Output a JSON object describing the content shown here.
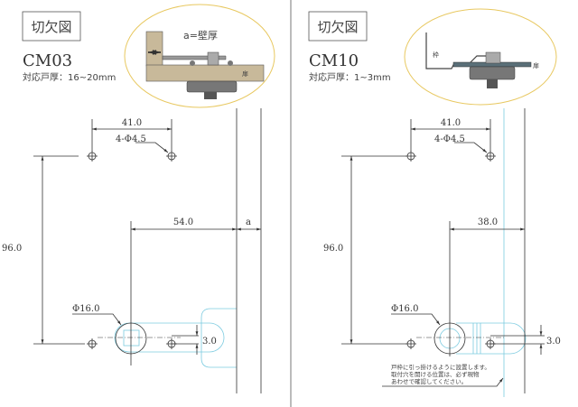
{
  "left": {
    "title": "切欠図",
    "model": "CM03",
    "door_thickness": "対応戸厚：16~20mm",
    "inset_label_wall": "a=壁厚",
    "inset_label_door": "扉",
    "dims": {
      "hole_pitch": "41.0",
      "holes": "4-Φ4.5",
      "offset": "54.0",
      "wall": "a",
      "height": "96.0",
      "bore": "Φ16.0",
      "shift": "3.0"
    }
  },
  "right": {
    "title": "切欠図",
    "model": "CM10",
    "door_thickness": "対応戸厚：1~3mm",
    "inset_label_frame": "枠",
    "inset_label_door": "扉",
    "dims": {
      "hole_pitch": "41.0",
      "holes": "4-Φ4.5",
      "offset": "38.0",
      "height": "96.0",
      "bore": "Φ16.0",
      "shift": "3.0"
    },
    "note": [
      "戸枠に引っ掛けるように設置します。",
      "取付穴を開ける位置は、必ず現物",
      "あわせで確認してください。"
    ]
  },
  "colors": {
    "inset_border": "#e8c860",
    "wood": "#c8b99a",
    "blue": "#7ccbe0"
  }
}
